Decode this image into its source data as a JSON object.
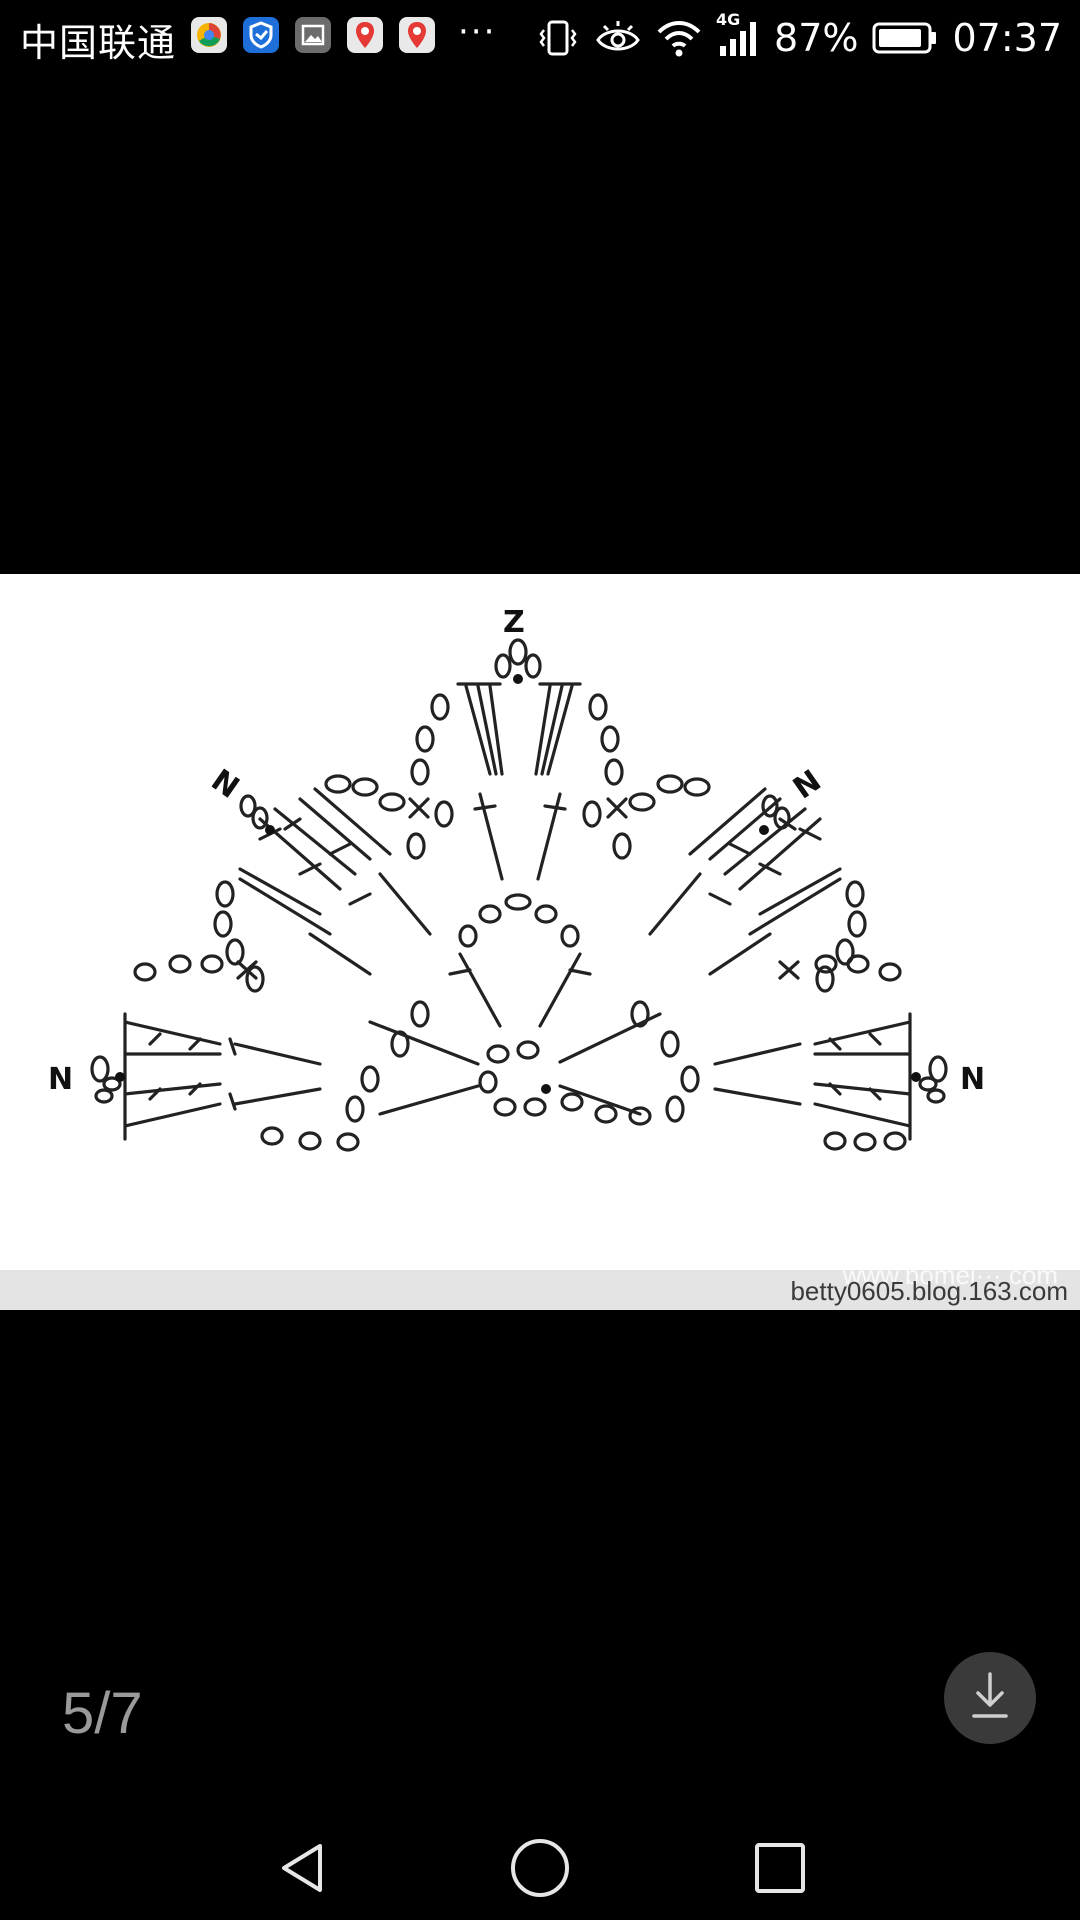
{
  "status_bar": {
    "carrier": "中国联通",
    "notification_icons": [
      "browser-app-icon",
      "shield-app-icon",
      "gallery-app-icon",
      "baidu-map-icon",
      "baidu-map-icon"
    ],
    "more": "···",
    "network_type": "4G",
    "battery_percent": "87%",
    "time": "07:37"
  },
  "viewer": {
    "image_label": "N",
    "image_label_top": "Z",
    "faded_url": "www.bomei···.com",
    "watermark": "betty0605.blog.163.com",
    "page_counter": "5/7",
    "download_icon": "download-icon"
  },
  "nav": {
    "back_icon": "back-triangle-icon",
    "home_icon": "home-circle-icon",
    "recents_icon": "recents-square-icon"
  },
  "colors": {
    "background": "#000000",
    "photo_background": "#ffffff",
    "strip": "#e4e4e4",
    "counter_text": "#9a9a9a",
    "download_button": "#3a3a3a"
  }
}
